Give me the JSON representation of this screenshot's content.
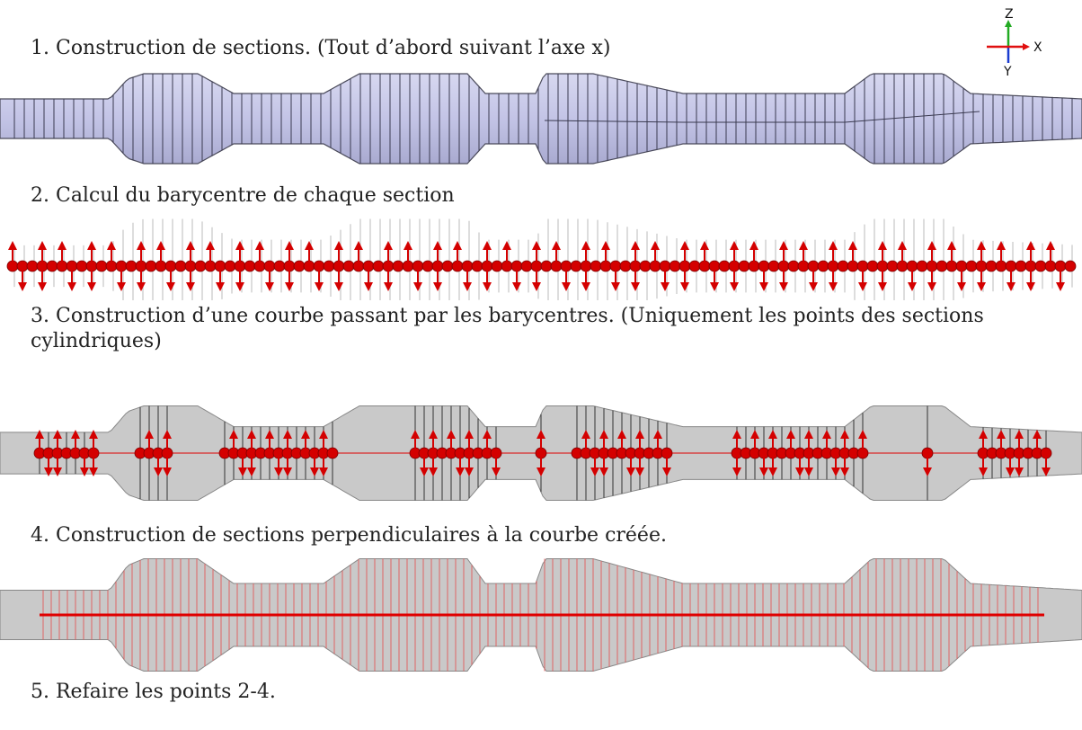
{
  "steps": [
    "1. Construction de sections. (Tout d’abord suivant l’axe x)",
    "2. Calcul du barycentre de chaque section",
    "3. Construction d’une courbe passant par les barycentres. (Uniquement les points des sections cylindriques)",
    "4. Construction de sections perpendiculaires à la courbe créée.",
    "5. Refaire les points   2-4."
  ],
  "axis_triad": {
    "z": "Z",
    "x": "X",
    "y": "Y"
  },
  "colors": {
    "shaft_fill_top": "#d7d8f0",
    "shaft_fill_bottom": "#a9aad0",
    "shaft_stroke": "#4a4a5a",
    "grey_shaft": "#c9c9c9",
    "marker_red": "#d40000",
    "curve_red": "#e00000"
  }
}
